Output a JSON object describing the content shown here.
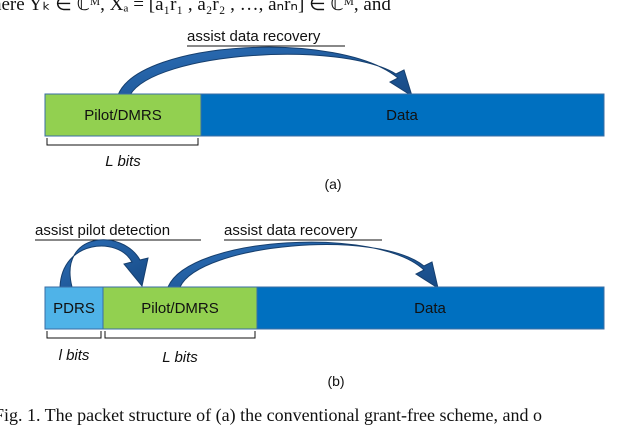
{
  "top_formula_fragment": "here  Yₖ ∈ ℂᴹ,  Xₐ = [a₁r₁ , a₂r₂ , …, aₙrₙ] ∈ ℂᴹ, and",
  "panel_a": {
    "annotation": "assist data recovery",
    "blocks": {
      "pilot": "Pilot/DMRS",
      "data": "Data"
    },
    "bits_label": "L bits",
    "sublabel": "(a)"
  },
  "panel_b": {
    "annotation_pilot": "assist pilot detection",
    "annotation_data": "assist data recovery",
    "blocks": {
      "pdrs": "PDRS",
      "pilot": "Pilot/DMRS",
      "data": "Data"
    },
    "bits_label_small": "l bits",
    "bits_label_large": "L bits",
    "sublabel": "(b)"
  },
  "caption": "Fig. 1. The packet structure of (a) the conventional grant-free scheme, and o",
  "colors": {
    "pilot_green": "#92d050",
    "data_blue": "#0070c0",
    "pdrs_light_blue": "#4fb3e8",
    "arrow_blue": "#1f5fa8",
    "arrow_dark": "#163f6e"
  }
}
